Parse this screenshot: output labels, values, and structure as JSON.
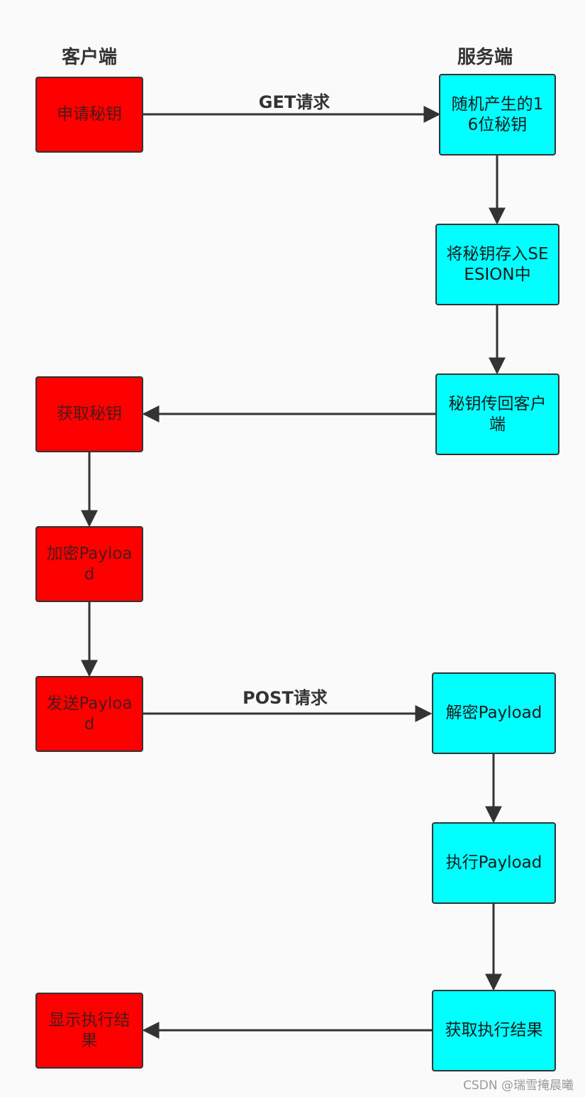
{
  "headings": {
    "client": "客户端",
    "server": "服务端"
  },
  "nodes": {
    "request_key": "申请秘钥",
    "random_key": "随机产生的16位秘钥",
    "store_session": "将秘钥存入SEESION中",
    "return_key": "秘钥传回客户端",
    "get_key": "获取秘钥",
    "encrypt": "加密Payload",
    "send": "发送Payload",
    "decrypt": "解密Payload",
    "execute": "执行Payload",
    "get_result": "获取执行结果",
    "show_result": "显示执行结果"
  },
  "edge_labels": {
    "get_request": "GET请求",
    "post_request": "POST请求"
  },
  "colors": {
    "client_fill": "#ff0000",
    "server_fill": "#00ffff",
    "stroke": "#333333"
  },
  "watermark": "CSDN @瑞雪掩晨曦 "
}
